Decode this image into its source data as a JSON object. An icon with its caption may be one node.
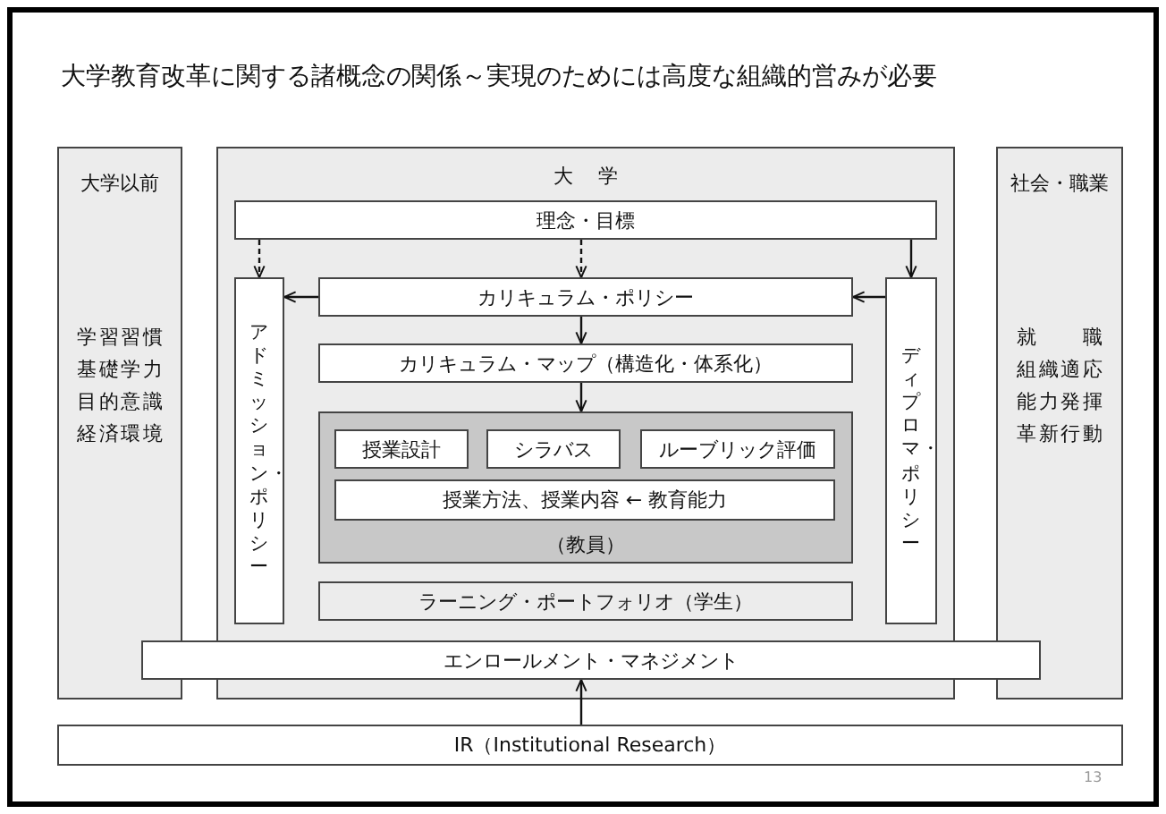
{
  "diagram": {
    "title": "大学教育改革に関する諸概念の関係～実現のためには高度な組織的営みが必要",
    "nodes": [
      {
        "text": [
          "大学以前",
          "学習習慣",
          "基礎学力",
          "目的意識",
          "経済環境"
        ]
      },
      {
        "text": [
          "大学"
        ]
      },
      {
        "text": [
          "理念・目標"
        ],
        "in": 1
      },
      {
        "text": [
          "アドミッション・ポリシー"
        ],
        "in": 1
      },
      {
        "text": [
          "カリキュラム・ポリシー"
        ],
        "in": 1
      },
      {
        "text": [
          "ディプロマ・ポリシー"
        ],
        "in": 1
      },
      {
        "text": [
          "カリキュラム・マップ（構造化・体系化）"
        ],
        "in": 1
      },
      {
        "text": [
          "（教員）"
        ],
        "in": 1
      },
      {
        "text": [
          "授業設計"
        ],
        "in": 7
      },
      {
        "text": [
          "シラバス"
        ],
        "in": 7
      },
      {
        "text": [
          "ルーブリック評価"
        ],
        "in": 7
      },
      {
        "text": [
          "授業方法、授業内容 ← 教育能力"
        ],
        "in": 7
      },
      {
        "text": [
          "ラーニング・ポートフォリオ（学生）"
        ],
        "in": 1
      },
      {
        "text": [
          "社会・職業",
          "就職",
          "組織適応",
          "能力発揮",
          "革新行動"
        ]
      },
      {
        "text": [
          "エンロールメント・マネジメント"
        ]
      },
      {
        "text": [
          "IR（Institutional Research）"
        ]
      }
    ],
    "edges": [
      {
        "from": 2,
        "to": 3,
        "arrow": "to",
        "style": "dashed"
      },
      {
        "from": 2,
        "to": 4,
        "arrow": "to",
        "style": "dashed"
      },
      {
        "from": 2,
        "to": 5,
        "arrow": "to"
      },
      {
        "from": 4,
        "to": 3,
        "arrow": "to"
      },
      {
        "from": 5,
        "to": 4,
        "arrow": "to"
      },
      {
        "from": 4,
        "to": 6,
        "arrow": "to"
      },
      {
        "from": 6,
        "to": 7,
        "arrow": "to"
      },
      {
        "from": 15,
        "to": 14,
        "arrow": "to"
      }
    ],
    "labels": [
      "13"
    ]
  }
}
